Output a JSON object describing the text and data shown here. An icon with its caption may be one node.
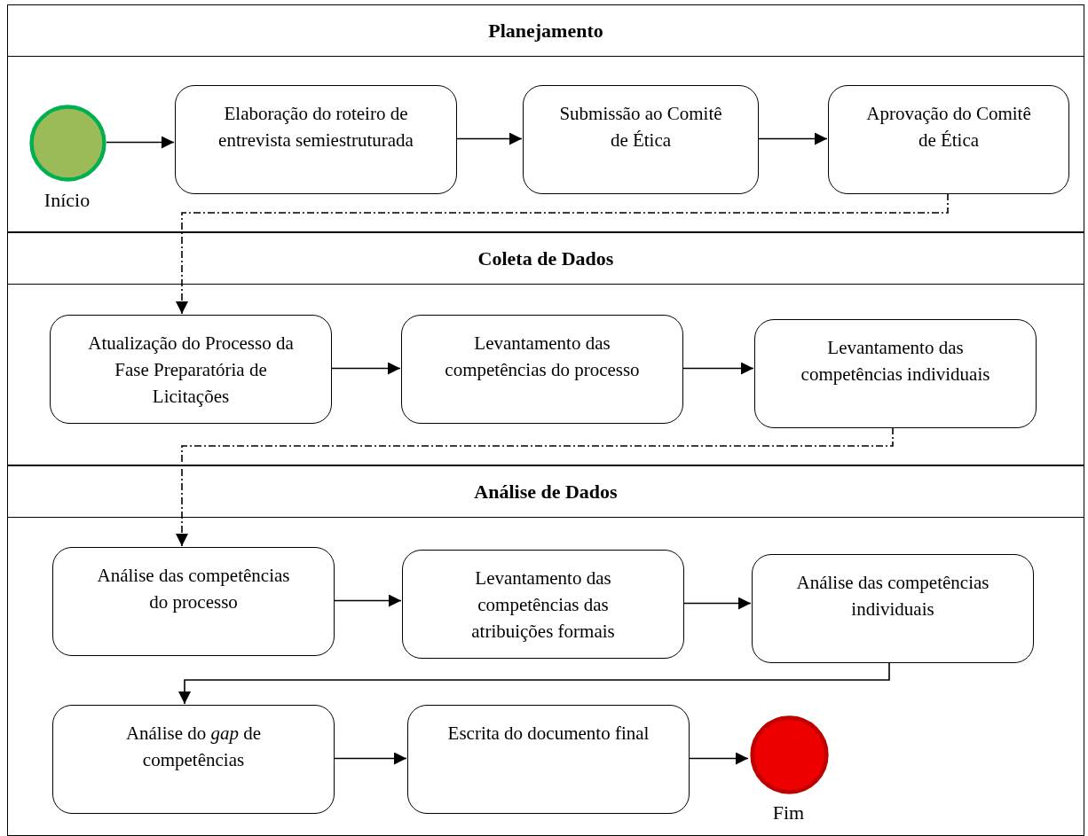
{
  "diagram": {
    "nodes": [
      {
        "text": [
          "Planejamento"
        ]
      },
      {
        "text": [],
        "shape": "circle",
        "beside": [
          "Início"
        ],
        "in": 0
      },
      {
        "text": [
          "Elaboração do roteiro de entrevista semiestruturada"
        ],
        "in": 0
      },
      {
        "text": [
          "Submissão ao Comitê de Ética"
        ],
        "in": 0
      },
      {
        "text": [
          "Aprovação do Comitê de Ética"
        ],
        "in": 0
      },
      {
        "text": [
          "Coleta de Dados"
        ]
      },
      {
        "text": [
          "Atualização do Processo da Fase Preparatória de Licitações"
        ],
        "in": 5
      },
      {
        "text": [
          "Levantamento das competências do processo"
        ],
        "in": 5
      },
      {
        "text": [
          "Levantamento das competências individuais"
        ],
        "in": 5
      },
      {
        "text": [
          "Análise de Dados"
        ]
      },
      {
        "text": [
          "Análise das competências do processo"
        ],
        "in": 9
      },
      {
        "text": [
          "Levantamento das competências das atribuições formais"
        ],
        "in": 9
      },
      {
        "text": [
          "Análise das competências individuais"
        ],
        "in": 9
      },
      {
        "text": [
          "Análise do *gap* de competências"
        ],
        "in": 9
      },
      {
        "text": [
          "Escrita do documento final"
        ],
        "in": 9
      },
      {
        "text": [],
        "shape": "circle",
        "beside": [
          "Fim"
        ],
        "in": 9
      }
    ],
    "edges": [
      {
        "from": 1,
        "to": 2,
        "arrow": "to"
      },
      {
        "from": 2,
        "to": 3,
        "arrow": "to"
      },
      {
        "from": 3,
        "to": 4,
        "arrow": "to"
      },
      {
        "from": 4,
        "to": 6,
        "arrow": "to",
        "style": "dashed"
      },
      {
        "from": 6,
        "to": 7,
        "arrow": "to"
      },
      {
        "from": 7,
        "to": 8,
        "arrow": "to"
      },
      {
        "from": 8,
        "to": 10,
        "arrow": "to",
        "style": "dashed"
      },
      {
        "from": 10,
        "to": 11,
        "arrow": "to"
      },
      {
        "from": 11,
        "to": 12,
        "arrow": "to"
      },
      {
        "from": 12,
        "to": 13,
        "arrow": "to"
      },
      {
        "from": 13,
        "to": 14,
        "arrow": "to"
      },
      {
        "from": 14,
        "to": 15,
        "arrow": "to"
      }
    ]
  }
}
